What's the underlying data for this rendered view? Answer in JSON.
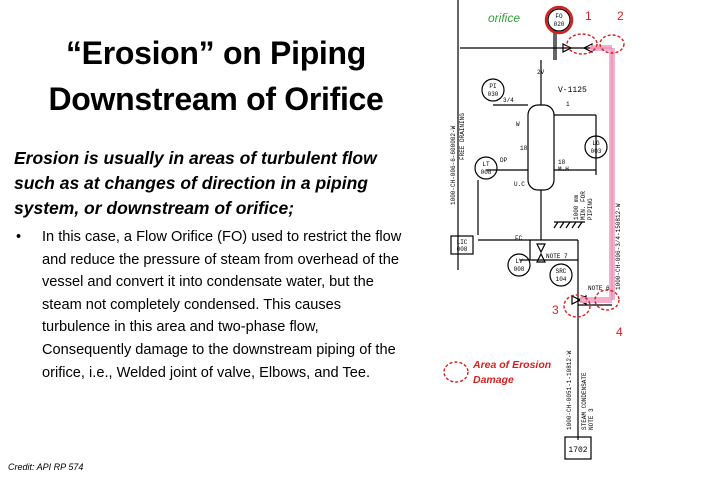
{
  "slide": {
    "title_line1": "“Erosion” on Piping",
    "title_line2": "Downstream of Orifice",
    "lead": "Erosion is usually in areas of turbulent flow such as at changes of direction in a piping system, or downstream of orifice;",
    "bullet_symbol": "•",
    "bullet": "In this case, a Flow Orifice (FO) used to restrict the flow and reduce the pressure of steam from overhead of the vessel and convert it into condensate water, but the steam not completely condensed. This causes turbulence in this area and two-phase flow, Consequently damage to the downstream piping of the orifice, i.e., Welded joint of valve, Elbows, and Tee.",
    "credit": "Credit: API RP 574"
  },
  "diagram": {
    "orifice_label": "orifice",
    "fo_tag_top": "FO",
    "fo_tag_bottom": "020",
    "markers": [
      "1",
      "2",
      "3",
      "4"
    ],
    "vessel_tag": "V-1125",
    "pi_tag": [
      "PI",
      "030"
    ],
    "lt_tag": [
      "LT",
      "008"
    ],
    "lg_tag": [
      "LG",
      "003"
    ],
    "lic_tag": [
      "LIC",
      "008"
    ],
    "lv_tag": [
      "LV",
      "008"
    ],
    "src_tag": [
      "SRC",
      "104"
    ],
    "end_tag": "1702",
    "note7": "NOTE 7",
    "note6": "NOTE 6",
    "dp": "DP",
    "uc": "U.C",
    "fc": "FC",
    "mh": [
      "18",
      "M.H"
    ],
    "small_w": "W",
    "half_inch": "3/4",
    "nozzle_18": "18",
    "one_mark": "1",
    "two_v": "2V",
    "line_top": "1000-CH-006-6-600002-W",
    "line_top2": "FREE DRAINING",
    "line_right": "1000-CH-006-3/4-150812-W",
    "line_bottom": "1000-CH-0051-1-10812-W",
    "line_bottom2": "STEAM CONDENSATE",
    "line_bottom3": "NOTE 3",
    "min_piping": "1000 mm",
    "min_piping2": "MIN. FOR",
    "min_piping3": "PIPING",
    "legend_label_1": "Area of Erosion",
    "legend_label_2": "Damage",
    "accent_red": "#d62020",
    "accent_pink": "#f4a6c8",
    "orifice_green": "#2f9e3a"
  }
}
